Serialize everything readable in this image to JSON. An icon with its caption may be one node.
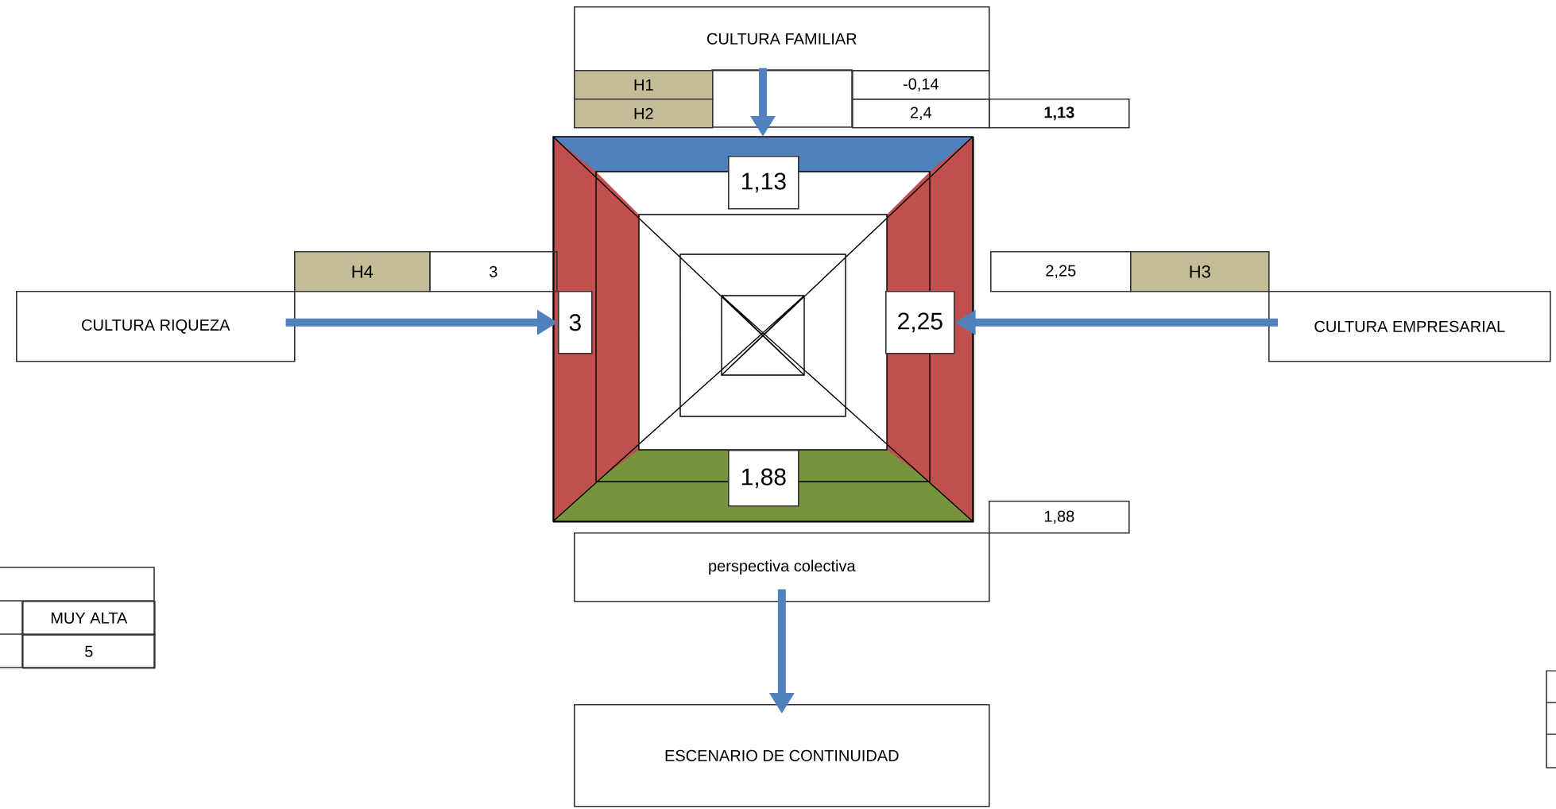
{
  "diagram": {
    "nodes": [
      {
        "text": [
          "CULTURA FAMILIAR"
        ]
      },
      {
        "text": [
          "H1"
        ]
      },
      {
        "text": [
          "H2"
        ]
      },
      {
        "text": [
          "-0,14"
        ]
      },
      {
        "text": [
          "2,4"
        ]
      },
      {
        "text": [
          "1,13"
        ]
      },
      {
        "text": [],
        "shape": "box"
      },
      {
        "text": [
          "1,13"
        ],
        "in": 6
      },
      {
        "text": [
          "3"
        ],
        "in": 6
      },
      {
        "text": [
          "2,25"
        ],
        "in": 6
      },
      {
        "text": [
          "1,88"
        ],
        "in": 6
      },
      {
        "text": [
          "H4"
        ]
      },
      {
        "text": [
          "3"
        ]
      },
      {
        "text": [
          "CULTURA RIQUEZA"
        ]
      },
      {
        "text": [
          "2,25"
        ]
      },
      {
        "text": [
          "H3"
        ]
      },
      {
        "text": [
          "CULTURA EMPRESARIAL"
        ]
      },
      {
        "text": [
          "1,88"
        ]
      },
      {
        "text": [
          "perspectiva colectiva"
        ]
      },
      {
        "text": [
          "ESCENARIO DE CONTINUIDAD"
        ]
      }
    ],
    "edges": [
      {
        "from": 0,
        "to": 6,
        "arrow": "to"
      },
      {
        "from": 13,
        "to": 8,
        "arrow": "to"
      },
      {
        "from": 16,
        "to": 9,
        "arrow": "to"
      },
      {
        "from": 18,
        "to": 19,
        "arrow": "to"
      }
    ],
    "labels": [
      "MUY ALTA",
      "5"
    ]
  }
}
